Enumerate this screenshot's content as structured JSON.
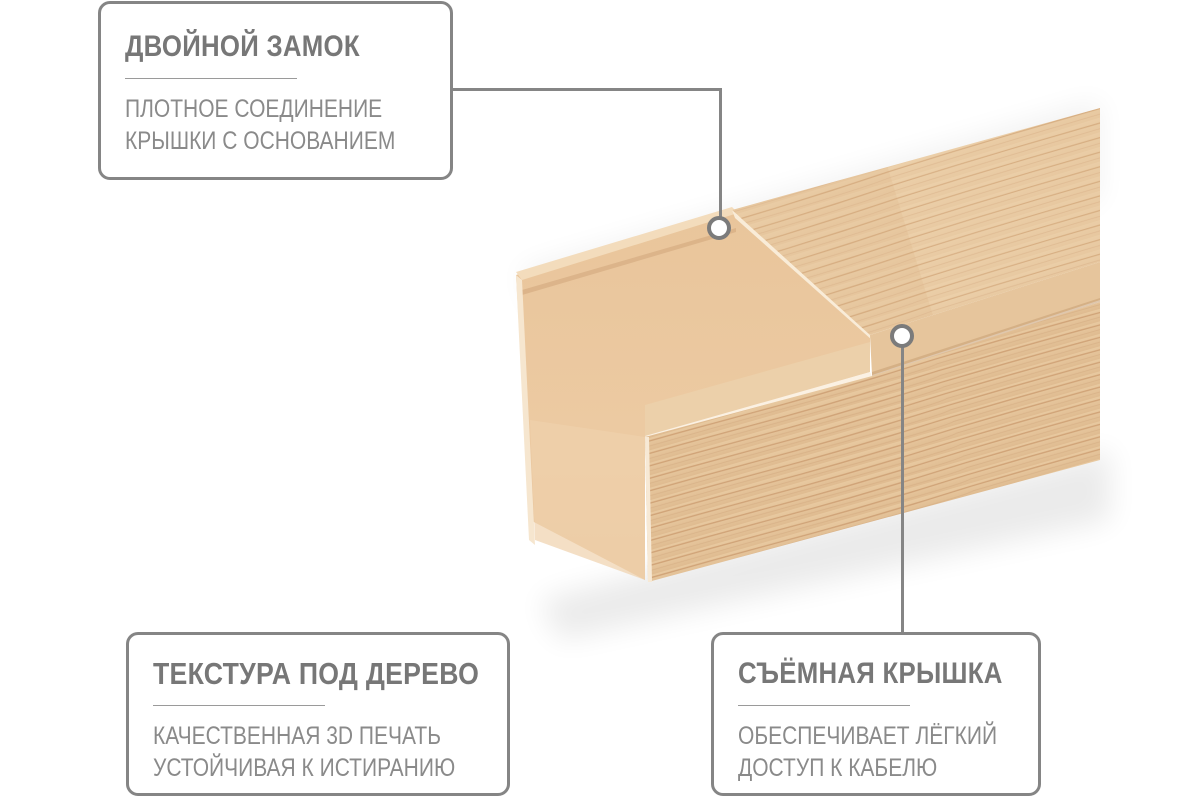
{
  "callouts": [
    {
      "id": "double-lock",
      "title": "ДВОЙНОЙ ЗАМОК",
      "lines": [
        "ПЛОТНОЕ СОЕДИНЕНИЕ",
        "КРЫШКИ С ОСНОВАНИЕМ"
      ]
    },
    {
      "id": "wood-texture",
      "title": "ТЕКСТУРА ПОД ДЕРЕВО",
      "lines": [
        "КАЧЕСТВЕННАЯ 3D ПЕЧАТЬ",
        "УСТОЙЧИВАЯ К ИСТИРАНИЮ"
      ]
    },
    {
      "id": "removable-cover",
      "title": "СЪЁМНАЯ КРЫШКА",
      "lines": [
        "ОБЕСПЕЧИВАЕТ ЛЁГКИЙ",
        "ДОСТУП К КАБЕЛЮ"
      ]
    }
  ],
  "colors": {
    "border": "#858585",
    "title_text": "#777777",
    "body_text": "#8a8a8a",
    "base_beige": "#e8c49b",
    "wood_light": "#ecd0a8",
    "wood_grain": "#c99a68",
    "background": "#ffffff"
  },
  "product": {
    "name": "cable-channel-wood-texture"
  }
}
